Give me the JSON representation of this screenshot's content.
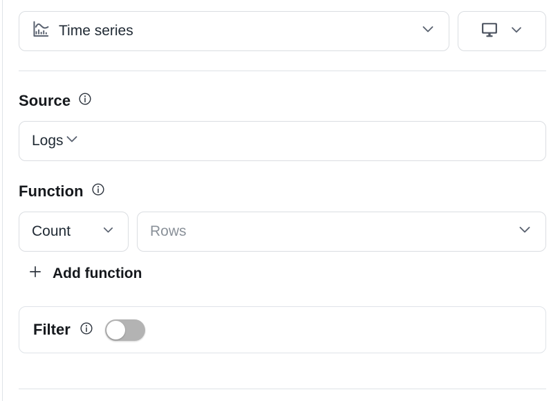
{
  "visualization": {
    "type_label": "Time series",
    "type_icon": "chart-timeseries-icon",
    "dropdown_icon": "chevron-down-icon",
    "display_icon": "monitor-icon",
    "display_dropdown_icon": "chevron-down-icon"
  },
  "source": {
    "label": "Source",
    "info_icon": "info-circle-icon",
    "value": "Logs",
    "dropdown_icon": "chevron-down-icon"
  },
  "function": {
    "label": "Function",
    "info_icon": "info-circle-icon",
    "aggregate_value": "Count",
    "aggregate_dropdown_icon": "chevron-down-icon",
    "field_placeholder": "Rows",
    "field_dropdown_icon": "chevron-down-icon",
    "add_label": "Add function",
    "add_icon": "plus-icon"
  },
  "filter": {
    "label": "Filter",
    "info_icon": "info-circle-icon",
    "toggle_state": "off"
  },
  "colors": {
    "border": "#dadde1",
    "divider": "#dee2e6",
    "text": "#15181c",
    "placeholder": "#8a9199",
    "icon": "#5a6270",
    "toggle_off": "#b3b3b3"
  }
}
